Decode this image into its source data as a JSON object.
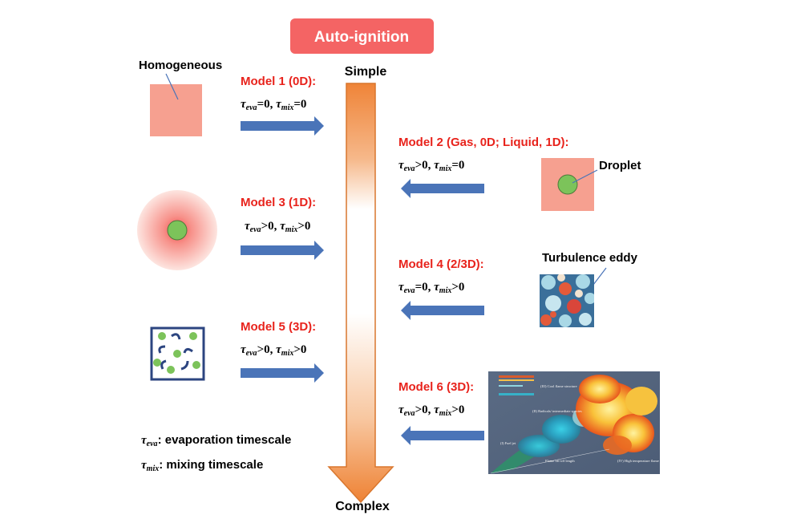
{
  "title": "Auto-ignition",
  "axis": {
    "top_label": "Simple",
    "bottom_label": "Complex"
  },
  "labels": {
    "homogeneous": "Homogeneous",
    "droplet": "Droplet",
    "turbulence_eddy": "Turbulence eddy"
  },
  "models": [
    {
      "id": "model-1",
      "title": "Model 1 (0D):",
      "eva_rel": "=0, ",
      "mix_rel": "=0"
    },
    {
      "id": "model-2",
      "title": "Model 2 (Gas, 0D; Liquid, 1D):",
      "eva_rel": ">0, ",
      "mix_rel": "=0"
    },
    {
      "id": "model-3",
      "title": "Model 3 (1D):",
      "eva_rel": ">0, ",
      "mix_rel": ">0"
    },
    {
      "id": "model-4",
      "title": "Model 4 (2/3D):",
      "eva_rel": "=0, ",
      "mix_rel": ">0"
    },
    {
      "id": "model-5",
      "title": "Model 5 (3D):",
      "eva_rel": ">0, ",
      "mix_rel": ">0"
    },
    {
      "id": "model-6",
      "title": "Model 6 (3D):",
      "eva_rel": ">0, ",
      "mix_rel": ">0"
    }
  ],
  "symbols": {
    "tau": "τ",
    "eva": "eva",
    "mix": "mix"
  },
  "legend": {
    "eva_desc": ": evaporation timescale",
    "mix_desc": ": mixing timescale"
  },
  "flame_annotations": {
    "cool_flame": "(III) Cool flame structure",
    "radicals": "(II) Radicals/ intermediate species",
    "fuel_jet": "(I) Fuel jet",
    "lift_off": "Flame lift-off length",
    "high_temp": "(IV) High temperature flame"
  },
  "colors": {
    "title_bg": "#f46464",
    "model_red": "#e8231c",
    "arrow_blue": "#4a74b8",
    "axis_orange": "#ef8a3c",
    "salmon": "#f6a090",
    "droplet_green": "#7cc35a",
    "box_navy": "#2c4580"
  }
}
